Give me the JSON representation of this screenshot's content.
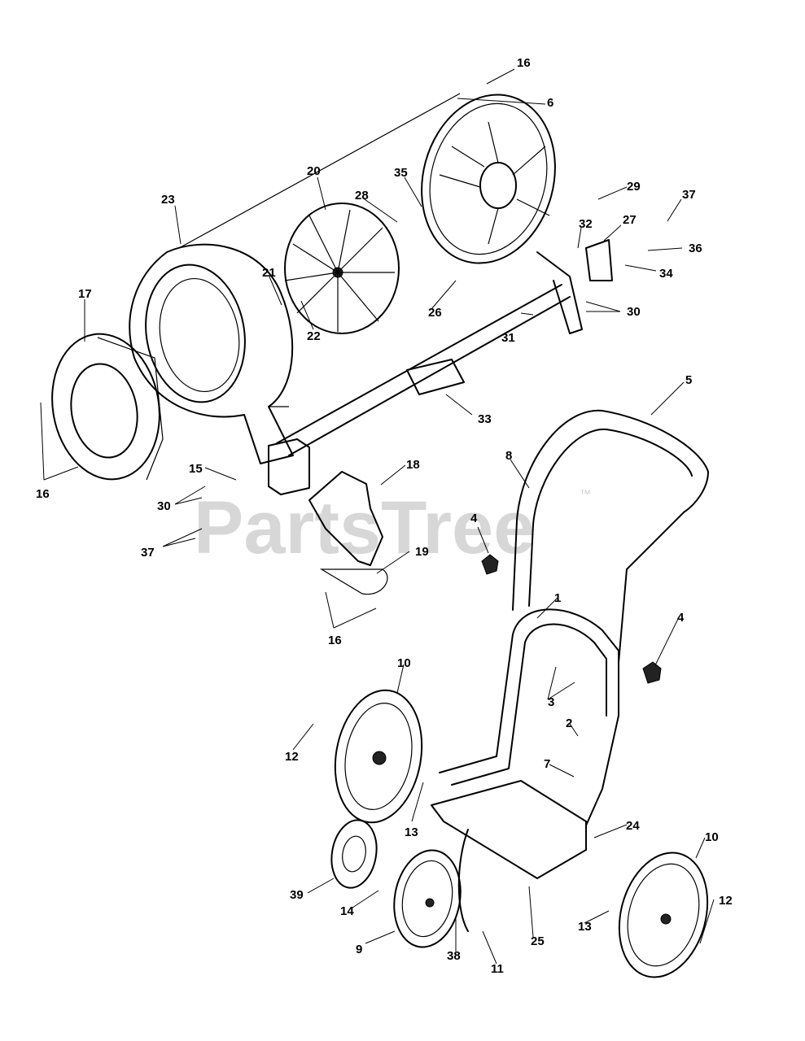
{
  "watermark": {
    "brand": "PartsTree",
    "trademark": "™"
  },
  "callouts": [
    {
      "id": "c1",
      "label": "1"
    },
    {
      "id": "c2",
      "label": "2"
    },
    {
      "id": "c3",
      "label": "3"
    },
    {
      "id": "c4a",
      "label": "4"
    },
    {
      "id": "c4b",
      "label": "4"
    },
    {
      "id": "c5",
      "label": "5"
    },
    {
      "id": "c6",
      "label": "6"
    },
    {
      "id": "c7",
      "label": "7"
    },
    {
      "id": "c8",
      "label": "8"
    },
    {
      "id": "c9",
      "label": "9"
    },
    {
      "id": "c10a",
      "label": "10"
    },
    {
      "id": "c10b",
      "label": "10"
    },
    {
      "id": "c11",
      "label": "11"
    },
    {
      "id": "c12a",
      "label": "12"
    },
    {
      "id": "c12b",
      "label": "12"
    },
    {
      "id": "c13a",
      "label": "13"
    },
    {
      "id": "c13b",
      "label": "13"
    },
    {
      "id": "c14",
      "label": "14"
    },
    {
      "id": "c15",
      "label": "15"
    },
    {
      "id": "c16a",
      "label": "16"
    },
    {
      "id": "c16b",
      "label": "16"
    },
    {
      "id": "c16c",
      "label": "16"
    },
    {
      "id": "c17",
      "label": "17"
    },
    {
      "id": "c18",
      "label": "18"
    },
    {
      "id": "c19",
      "label": "19"
    },
    {
      "id": "c20",
      "label": "20"
    },
    {
      "id": "c21",
      "label": "21"
    },
    {
      "id": "c22",
      "label": "22"
    },
    {
      "id": "c23",
      "label": "23"
    },
    {
      "id": "c24",
      "label": "24"
    },
    {
      "id": "c25",
      "label": "25"
    },
    {
      "id": "c26",
      "label": "26"
    },
    {
      "id": "c27",
      "label": "27"
    },
    {
      "id": "c28",
      "label": "28"
    },
    {
      "id": "c29",
      "label": "29"
    },
    {
      "id": "c30a",
      "label": "30"
    },
    {
      "id": "c30b",
      "label": "30"
    },
    {
      "id": "c31",
      "label": "31"
    },
    {
      "id": "c32",
      "label": "32"
    },
    {
      "id": "c33",
      "label": "33"
    },
    {
      "id": "c34",
      "label": "34"
    },
    {
      "id": "c35",
      "label": "35"
    },
    {
      "id": "c36",
      "label": "36"
    },
    {
      "id": "c37a",
      "label": "37"
    },
    {
      "id": "c37b",
      "label": "37"
    },
    {
      "id": "c38",
      "label": "38"
    },
    {
      "id": "c39",
      "label": "39"
    }
  ]
}
